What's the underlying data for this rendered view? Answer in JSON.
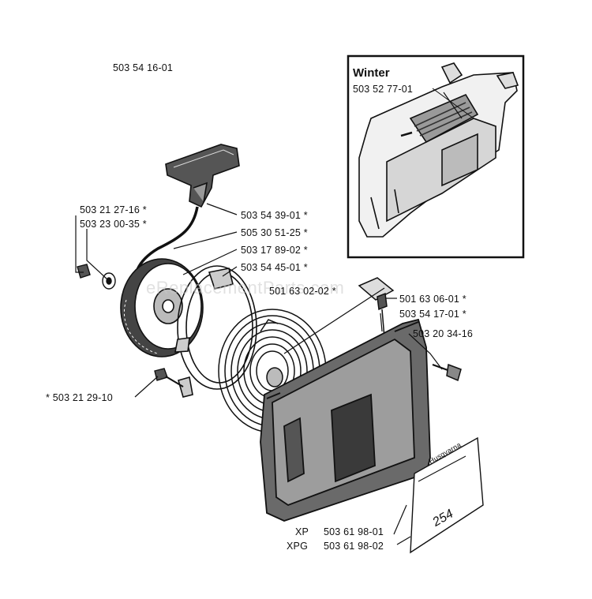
{
  "assembly_number": "503 54 16-01",
  "inset": {
    "title": "Winter",
    "part_number": "503 52 77-01"
  },
  "watermark": "eReplacementParts.com",
  "parts": {
    "washer_screw": "503 21 27-16",
    "washer": "503 23 00-35",
    "handle": "503 54 39-01",
    "rope": "505 30 51-25",
    "pulley": "503 17 89-02",
    "pawl": "503 54 45-01",
    "spring": "501 63 02-02",
    "spring_cap": "501 63 06-01",
    "housing": "503 54 17-01",
    "housing_screw": "503 20 34-16",
    "center_screw": "503 21 29-10",
    "decal_xp": "503 61 98-01",
    "decal_xpg": "503 61 98-02"
  },
  "markers": {
    "asterisk": "*",
    "xp": "XP",
    "xpg": "XPG",
    "decal_text": "Husqvarna",
    "decal_model": "254"
  }
}
